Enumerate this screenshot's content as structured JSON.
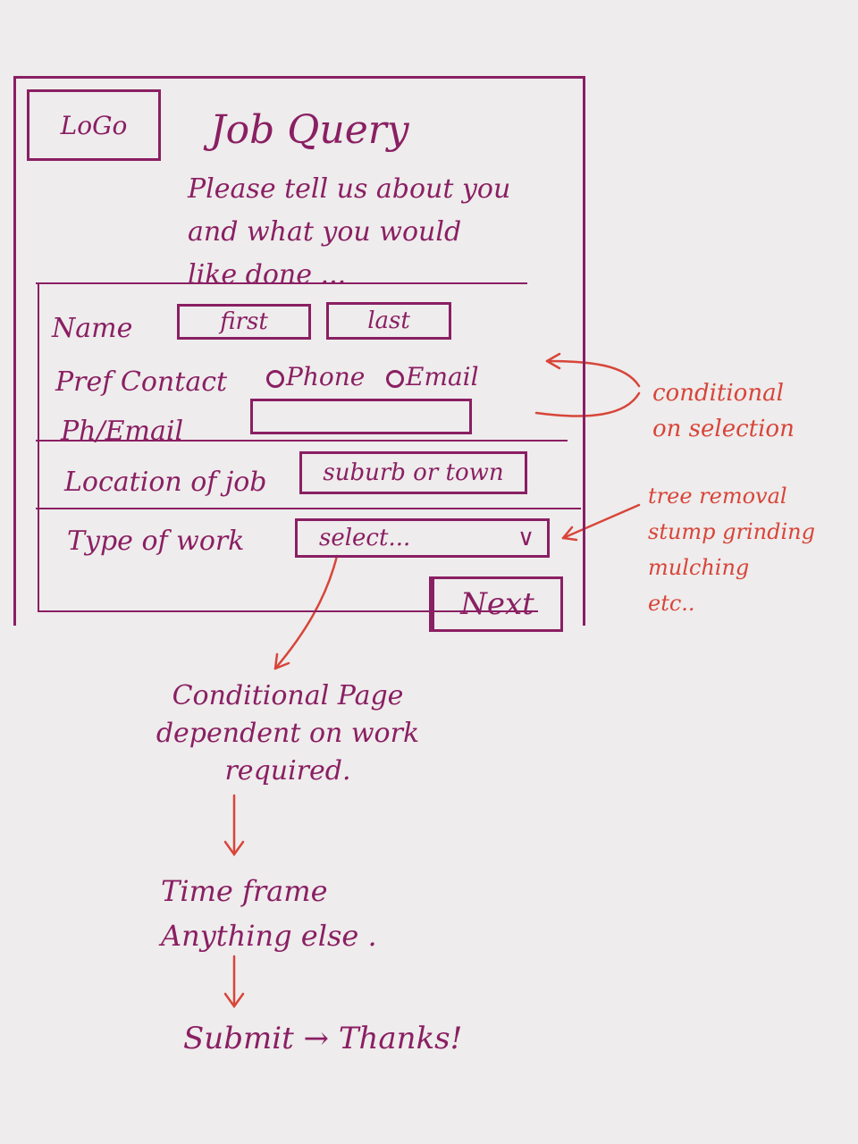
{
  "header": {
    "logo_text": "LoGo",
    "title": "Job Query",
    "intro_line1": "Please tell us about you",
    "intro_line2": "and what you would",
    "intro_line3": "like done ..."
  },
  "form": {
    "name_label": "Name",
    "first_placeholder": "first",
    "last_placeholder": "last",
    "pref_contact_label": "Pref Contact",
    "pref_options": [
      "Phone",
      "Email"
    ],
    "ph_email_label": "Ph/Email",
    "location_label": "Location of job",
    "location_placeholder": "suburb or town",
    "type_label": "Type of work",
    "type_select_value": "select...",
    "next_button": "Next"
  },
  "annotations": {
    "contact_note_line1": "conditional",
    "contact_note_line2": "on selection",
    "work_note_line1": "tree removal",
    "work_note_line2": "stump grinding",
    "work_note_line3": "mulching",
    "work_note_line4": "etc..",
    "conditional_line1": "Conditional Page",
    "conditional_line2": "dependent on work",
    "conditional_line3": "required.",
    "timeframe_line1": "Time frame",
    "timeframe_line2": "Anything else .",
    "submit_text": "Submit → Thanks!"
  },
  "colors": {
    "ink": "#8a1f63",
    "annotation": "#d8453a",
    "paper": "#eeecec"
  }
}
